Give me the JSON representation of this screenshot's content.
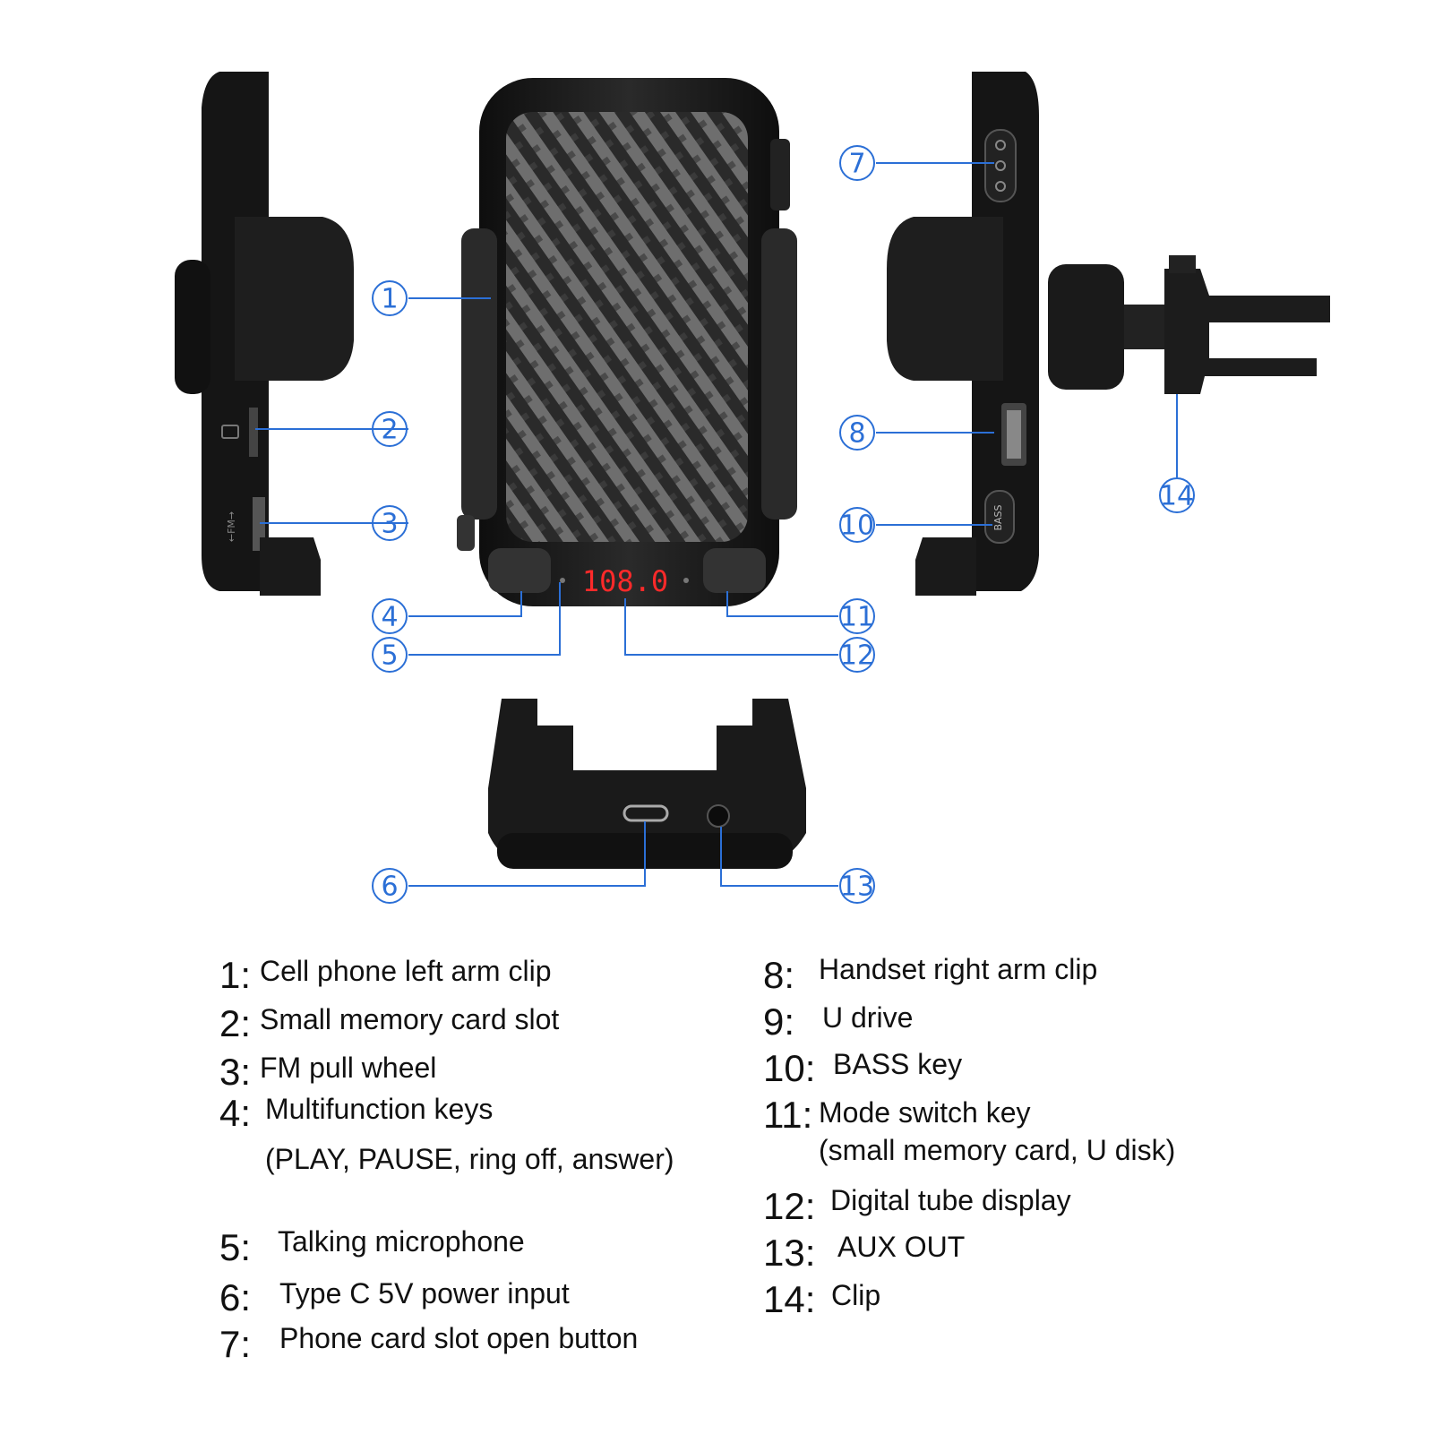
{
  "device": {
    "display_reading": "108.0",
    "fm_label": "←FM→",
    "bass_label": "BASS",
    "colors": {
      "body": "#1c1c1c",
      "callout": "#2b6fd6",
      "display": "#ff2a2a"
    }
  },
  "callouts": [
    "1",
    "2",
    "3",
    "4",
    "5",
    "6",
    "7",
    "8",
    "10",
    "11",
    "12",
    "13",
    "14"
  ],
  "legend": {
    "left": [
      {
        "num": "1:",
        "text": "Cell phone left arm clip"
      },
      {
        "num": "2:",
        "text": "Small memory card slot"
      },
      {
        "num": "3:",
        "text": "FM pull wheel"
      },
      {
        "num": "4:",
        "text": "Multifunction keys",
        "text2": "(PLAY, PAUSE, ring off, answer)"
      },
      {
        "num": "5:",
        "text": "Talking microphone"
      },
      {
        "num": "6:",
        "text": "Type C 5V power input"
      },
      {
        "num": "7:",
        "text": "Phone card slot open button"
      }
    ],
    "right": [
      {
        "num": "8:",
        "text": "Handset right arm clip"
      },
      {
        "num": "9:",
        "text": "U drive"
      },
      {
        "num": "10:",
        "text": "BASS key"
      },
      {
        "num": "11:",
        "text": "Mode switch key",
        "text2": "(small memory card, U disk)"
      },
      {
        "num": "12:",
        "text": "Digital tube display"
      },
      {
        "num": "13:",
        "text": "AUX OUT"
      },
      {
        "num": "14:",
        "text": "Clip"
      }
    ]
  }
}
